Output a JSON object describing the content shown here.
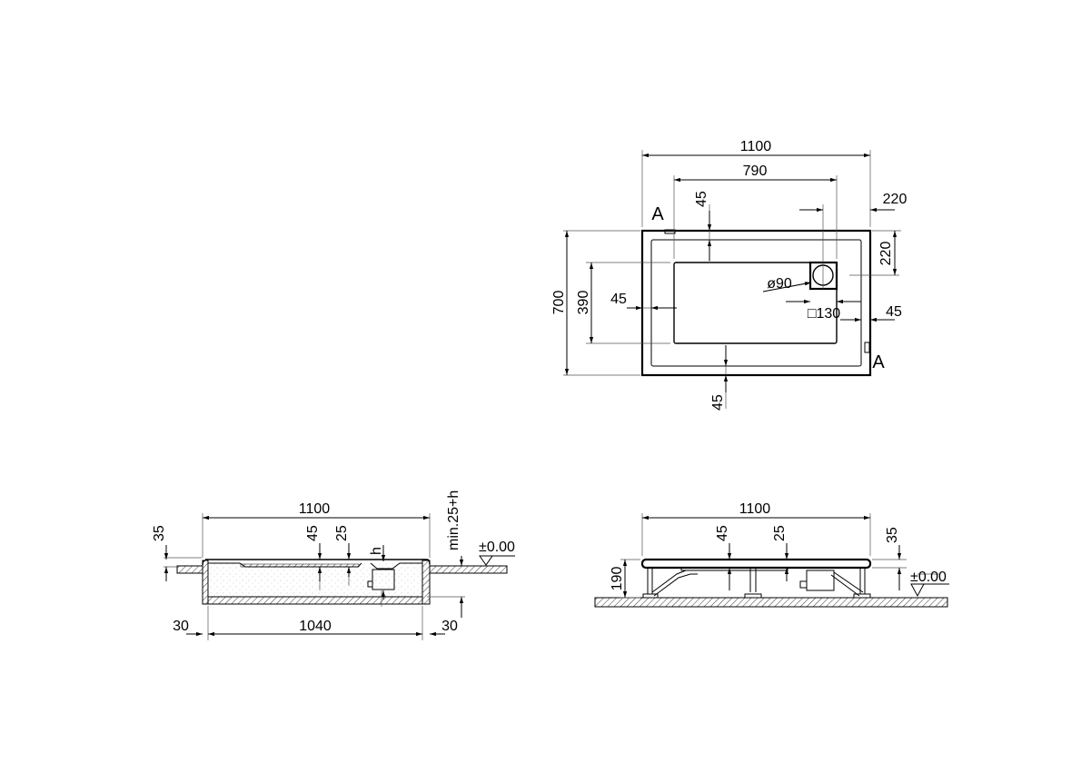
{
  "plan_view": {
    "width": "1100",
    "basin_width": "790",
    "drain_offset_x": "220",
    "section_mark_top": "A",
    "section_mark_bottom": "A",
    "rim_top": "45",
    "drain_offset_y": "220",
    "drain_diameter": "ø90",
    "drain_square": "□130",
    "rim_right": "45",
    "depth": "700",
    "basin_depth": "390",
    "rim_left": "45",
    "rim_bottom": "45"
  },
  "section_view": {
    "width": "1100",
    "height": "35",
    "rim_thickness": "45",
    "basin_thickness": "25",
    "drain_height": "h",
    "min_depth": "min.25+h",
    "level": "±0.00",
    "gap_left": "30",
    "inner_width": "1040",
    "gap_right": "30"
  },
  "side_view": {
    "width": "1100",
    "rim_thickness": "45",
    "basin_thickness": "25",
    "height": "35",
    "total_height": "190",
    "level": "±0.00"
  }
}
